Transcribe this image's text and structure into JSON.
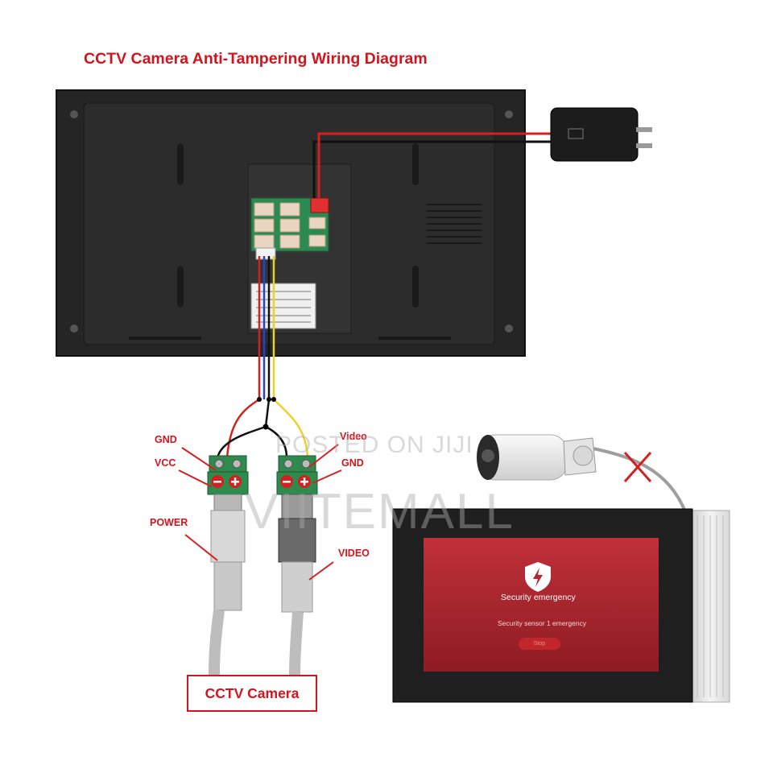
{
  "title": "CCTV Camera Anti-Tampering Wiring Diagram",
  "labels": {
    "gnd_left": "GND",
    "vcc": "VCC",
    "power": "POWER",
    "video_top": "Video",
    "gnd_right": "GND",
    "video": "VIDEO"
  },
  "camera_box": "CCTV Camera",
  "watermark": {
    "line1": "POSTED ON JIJI",
    "line2": "VIITEMALL"
  },
  "screen": {
    "heading": "Security emergency",
    "message": "Security sensor 1 emergency",
    "button": "Stop"
  },
  "colors": {
    "accent_red": "#d4141c",
    "panel": "#2a2a2a",
    "screen_red": "#b5262c",
    "wire_red": "#d42020",
    "wire_yellow": "#f0d028",
    "wire_blue": "#2a40c8",
    "connector_green": "#2f8a4e"
  },
  "icons": {
    "shield": "shield-lightning-icon",
    "cut": "x-cut-icon"
  }
}
